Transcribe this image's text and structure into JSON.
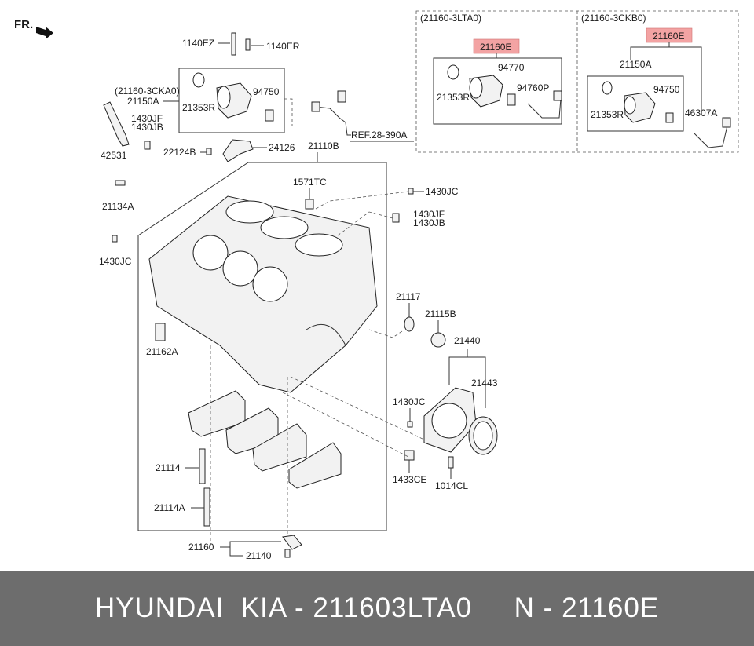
{
  "direction_label": "FR.",
  "variants": {
    "a": {
      "code": "(21160-3LTA0)",
      "highlight": "21160E"
    },
    "b": {
      "code": "(21160-3CKB0)",
      "highlight": "21160E"
    }
  },
  "parts": {
    "p1140EZ": "1140EZ",
    "p1140ER": "1140ER",
    "p21160_3CKA0": "(21160-3CKA0)",
    "p21150A_main": "21150A",
    "p21353R_main": "21353R",
    "p94750_main": "94750",
    "ref": "REF.28-390A",
    "p1430JF_left": "1430JF",
    "p1430JB_left": "1430JB",
    "p42531": "42531",
    "p22124B": "22124B",
    "p24126": "24126",
    "p21110B": "21110B",
    "p1571TC": "1571TC",
    "p21134A": "21134A",
    "p1430JC_top": "1430JC",
    "p1430JF_right": "1430JF",
    "p1430JB_right": "1430JB",
    "p1430JC_left": "1430JC",
    "p21117": "21117",
    "p21115B": "21115B",
    "p21162A": "21162A",
    "p21440": "21440",
    "p21443": "21443",
    "p1430JC_bottom": "1430JC",
    "p21114": "21114",
    "p21114A": "21114A",
    "p1433CE": "1433CE",
    "p1014CL": "1014CL",
    "p21160": "21160",
    "p21140": "21140",
    "a_94770": "94770",
    "a_21353R": "21353R",
    "a_94760P": "94760P",
    "b_21150A": "21150A",
    "b_94750": "94750",
    "b_21353R": "21353R",
    "b_46307A": "46307A"
  },
  "footer": {
    "text": "HYUNDAI  KIA - 211603LTA0     N - 21160E"
  }
}
